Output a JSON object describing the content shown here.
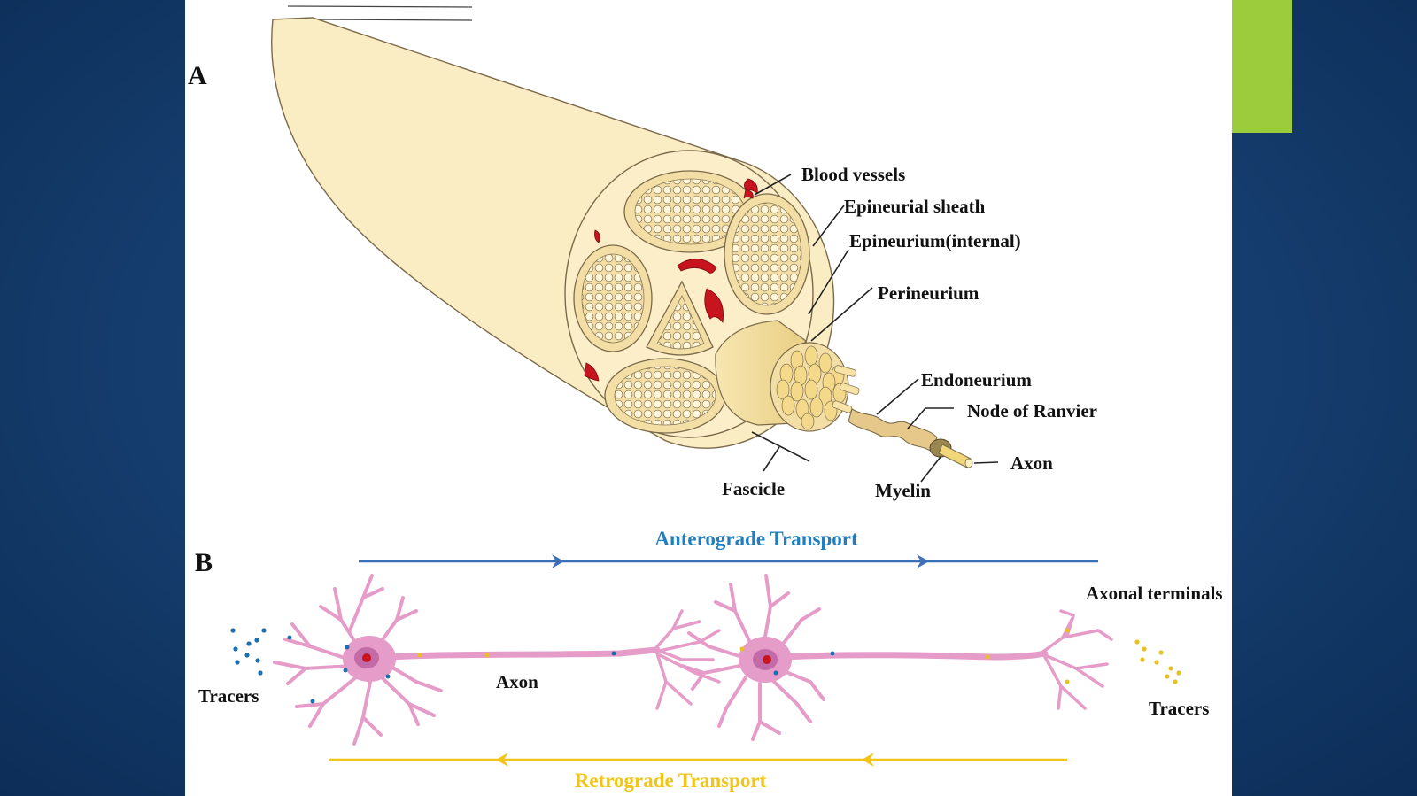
{
  "colors": {
    "background": "#174173",
    "panel": "#ffffff",
    "accent": "#9ccb3b",
    "nerve_fill": "#faecc3",
    "fascicle_fill": "#f3dfa6",
    "blood_vessel": "#c8141e",
    "neuron": "#e69cc8",
    "anterograde": "#1f7fbf",
    "retrograde": "#f0c419",
    "tracer_blue": "#1a6fb0",
    "tracer_yellow": "#e8c020"
  },
  "panel_a": {
    "panel_label": "A",
    "labels": {
      "blood_vessels": "Blood vessels",
      "epineurial_sheath": "Epineurial sheath",
      "epineurium_internal": "Epineurium(internal)",
      "perineurium": "Perineurium",
      "endoneurium": "Endoneurium",
      "node_of_ranvier": "Node of Ranvier",
      "axon": "Axon",
      "fascicle": "Fascicle",
      "myelin": "Myelin"
    }
  },
  "panel_b": {
    "panel_label": "B",
    "anterograde_label": "Anterograde  Transport",
    "retrograde_label": "Retrograde  Transport",
    "axonal_terminals": "Axonal terminals",
    "axon": "Axon",
    "tracers_left": "Tracers",
    "tracers_right": "Tracers"
  }
}
